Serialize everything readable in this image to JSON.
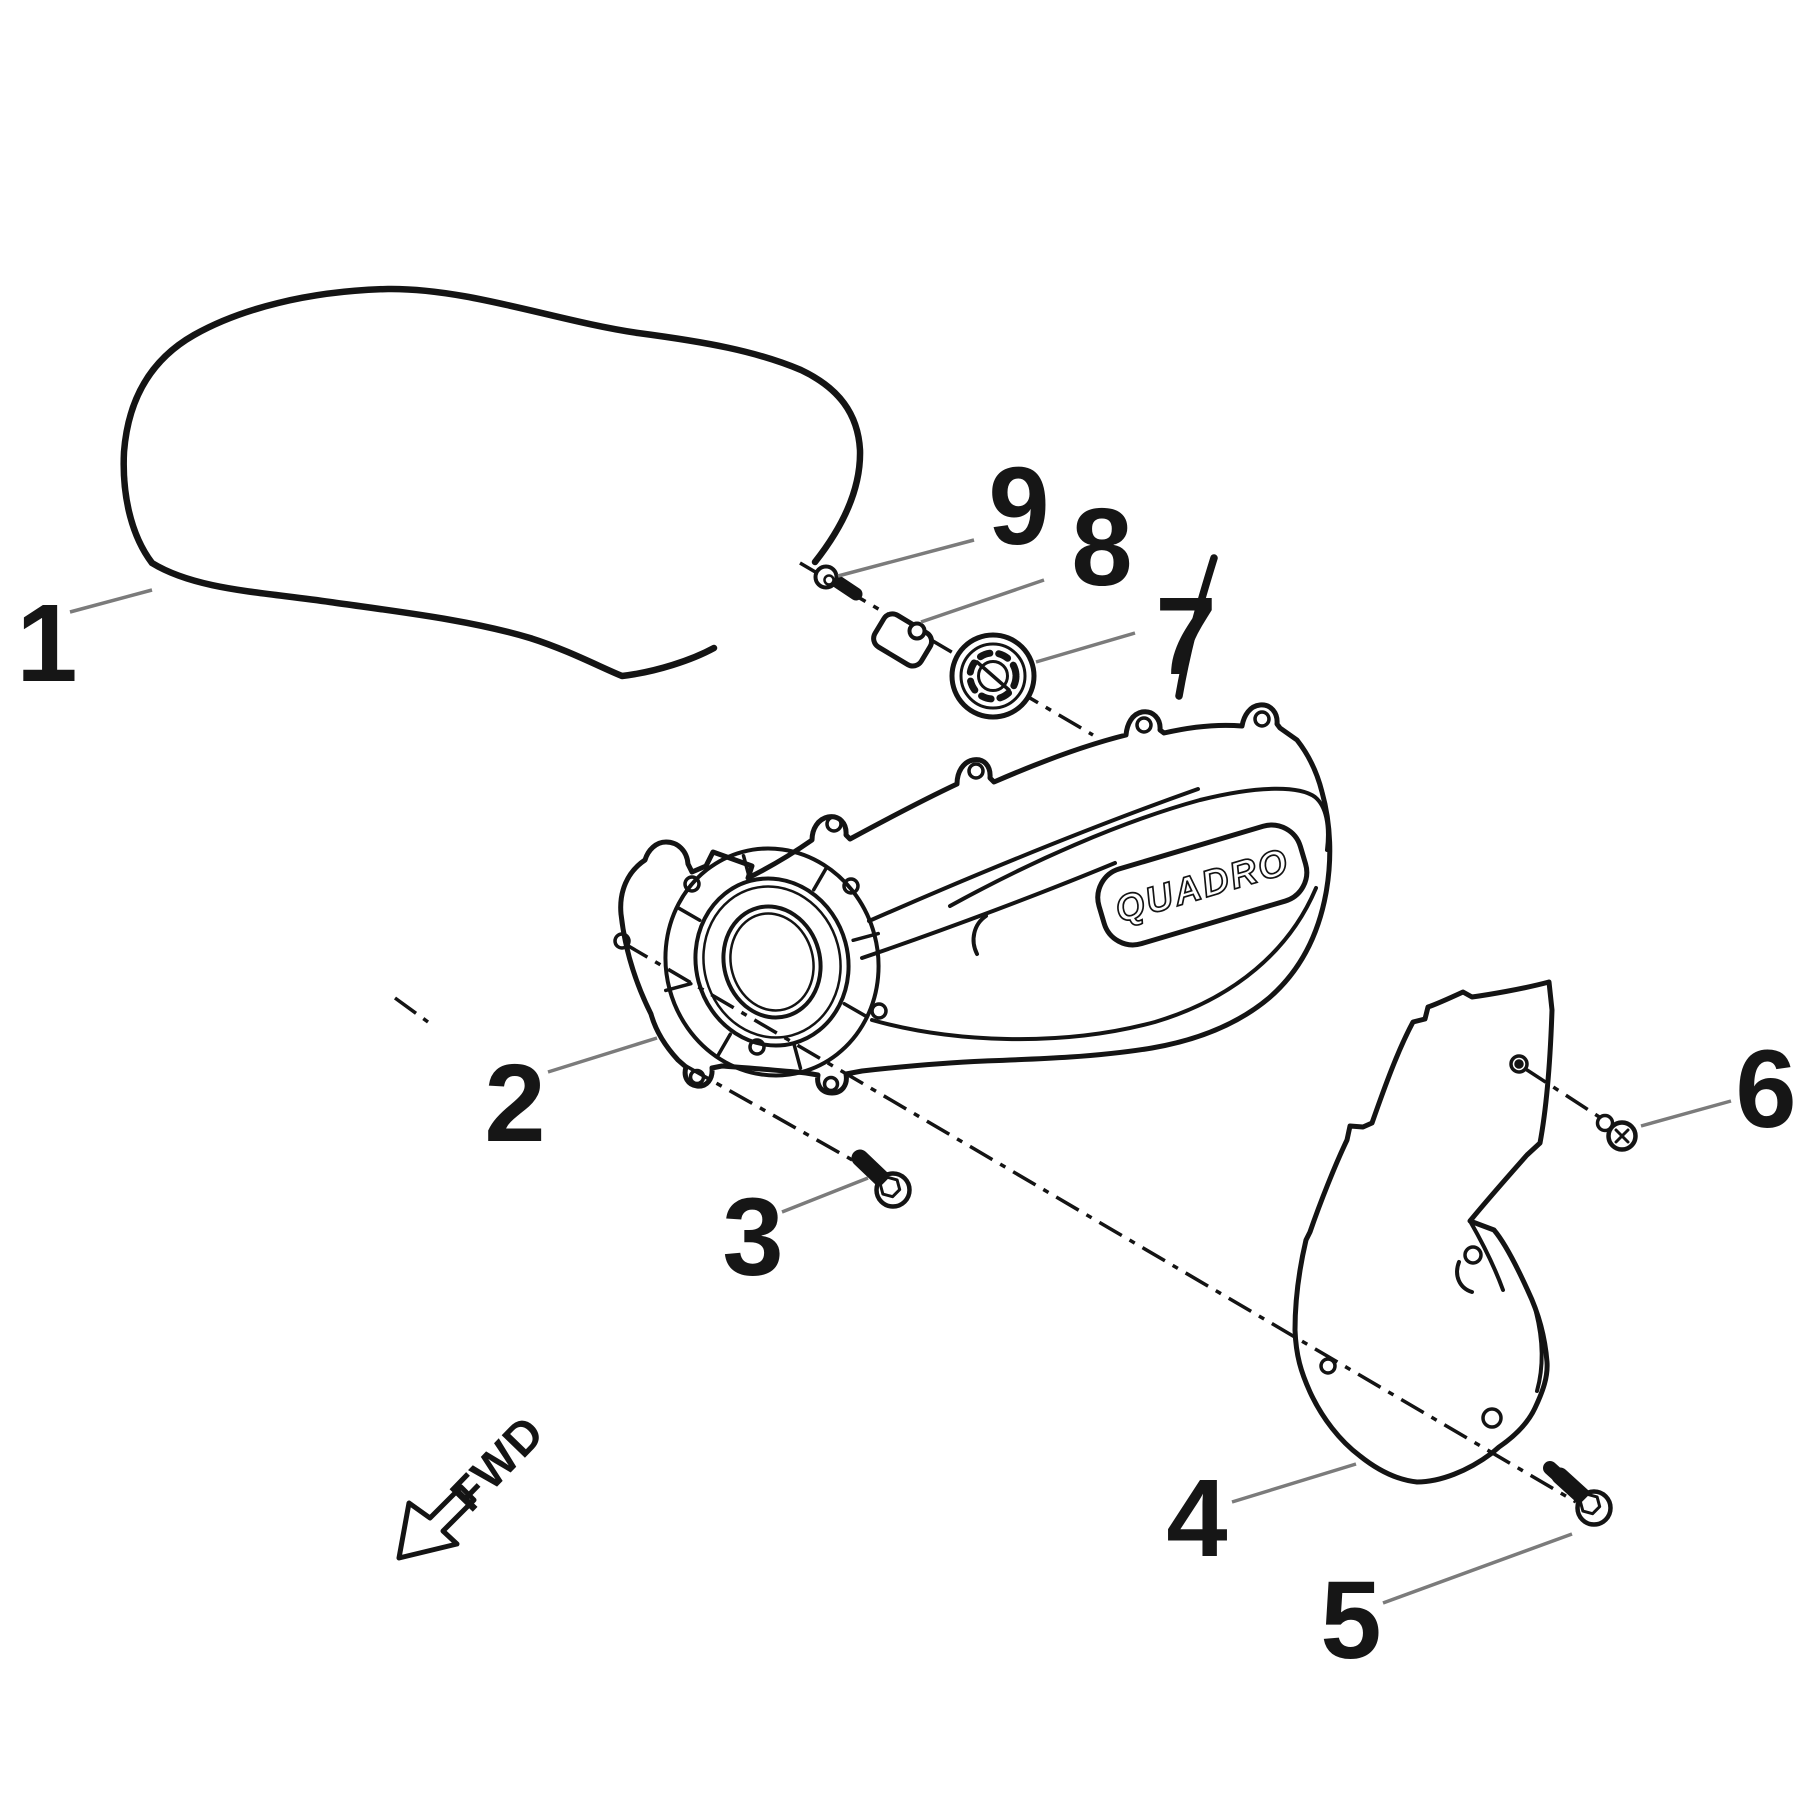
{
  "diagram": {
    "kind": "exploded-parts-diagram",
    "brand": "QUADRO",
    "direction_label": "FWD",
    "colors": {
      "line": "#141414",
      "leader": "#7b7b7b",
      "background": "#ffffff"
    },
    "callouts": [
      {
        "number": "1"
      },
      {
        "number": "2"
      },
      {
        "number": "3"
      },
      {
        "number": "4"
      },
      {
        "number": "5"
      },
      {
        "number": "6"
      },
      {
        "number": "7"
      },
      {
        "number": "8"
      },
      {
        "number": "9"
      }
    ]
  }
}
